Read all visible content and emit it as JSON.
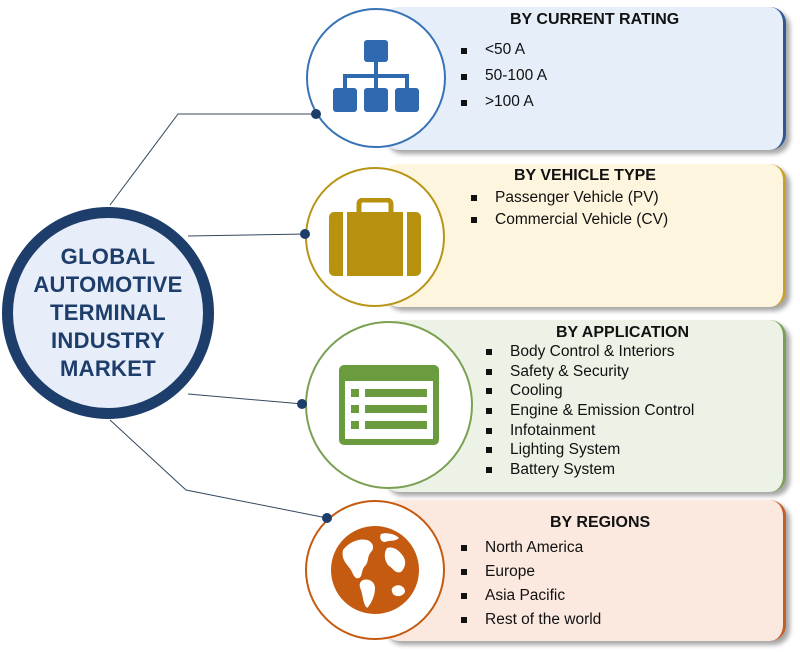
{
  "center": {
    "title": "GLOBAL\nAUTOMOTIVE\nTERMINAL\nINDUSTRY\nMARKET"
  },
  "segments": [
    {
      "title": "BY CURRENT RATING",
      "icon": "hierarchy-icon",
      "color": "#3873b6",
      "items": [
        "<50 A",
        "50-100 A",
        ">100 A"
      ]
    },
    {
      "title": "BY VEHICLE TYPE",
      "icon": "briefcase-icon",
      "color": "#b89517",
      "items": [
        "Passenger Vehicle (PV)",
        "Commercial Vehicle (CV)"
      ]
    },
    {
      "title": "BY APPLICATION",
      "icon": "list-window-icon",
      "color": "#7aa152",
      "items": [
        "Body Control & Interiors",
        "Safety & Security",
        "Cooling",
        "Engine & Emission Control",
        "Infotainment",
        "Lighting System",
        "Battery System"
      ]
    },
    {
      "title": "BY REGIONS",
      "icon": "globe-icon",
      "color": "#c55a11",
      "items": [
        "North America",
        "Europe",
        "Asia Pacific",
        "Rest of the world"
      ]
    }
  ]
}
